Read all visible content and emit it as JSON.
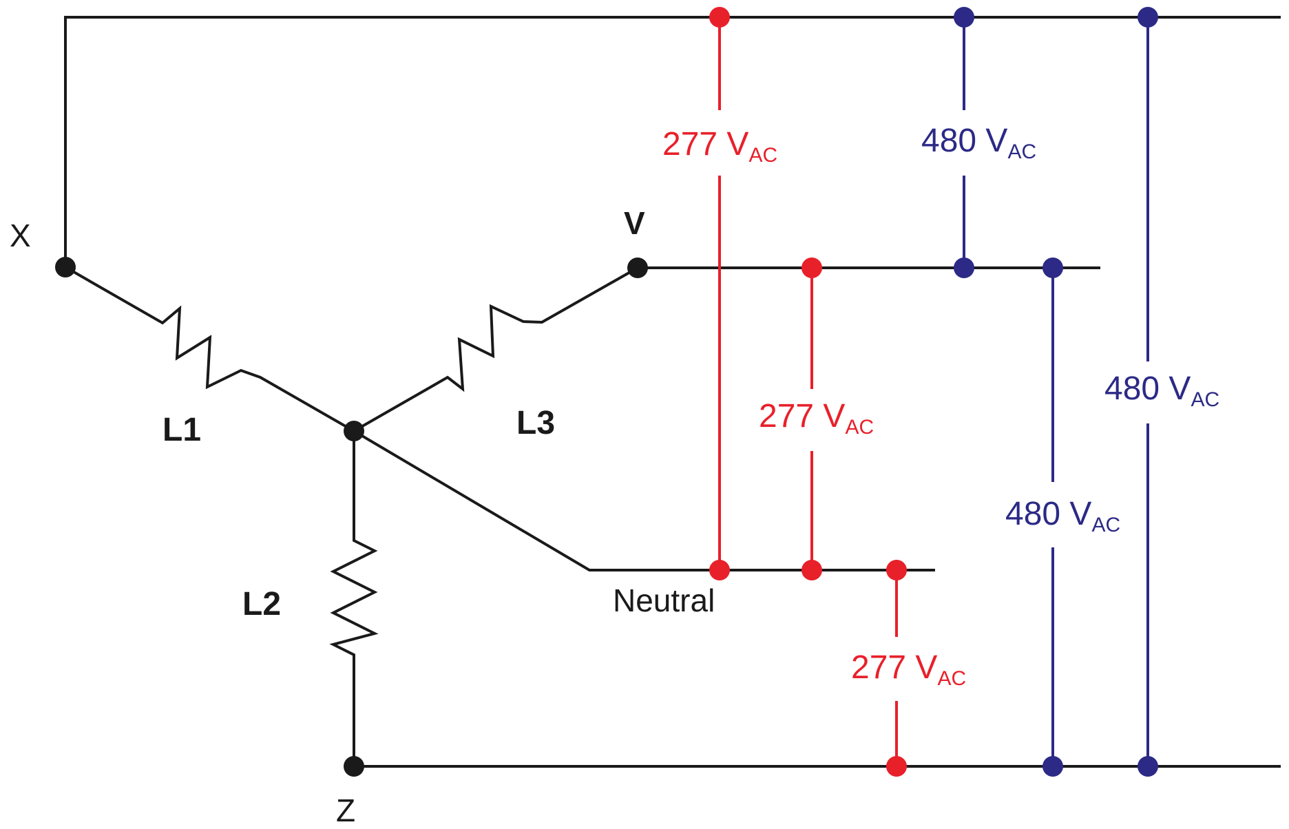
{
  "colors": {
    "wire": "#1a1a1a",
    "phase_to_neutral": "#e8202a",
    "phase_to_phase": "#2c2a86"
  },
  "nodes": {
    "x": "X",
    "v": "V",
    "z": "Z"
  },
  "windings": {
    "l1": "L1",
    "l2": "L2",
    "l3": "L3"
  },
  "neutral_label": "Neutral",
  "measurements": {
    "x_to_neutral": {
      "value": "277 V",
      "sub": "AC"
    },
    "v_to_neutral": {
      "value": "277 V",
      "sub": "AC"
    },
    "z_to_neutral": {
      "value": "277 V",
      "sub": "AC"
    },
    "x_to_v": {
      "value": "480 V",
      "sub": "AC"
    },
    "v_to_z": {
      "value": "480 V",
      "sub": "AC"
    },
    "x_to_z": {
      "value": "480 V",
      "sub": "AC"
    }
  }
}
